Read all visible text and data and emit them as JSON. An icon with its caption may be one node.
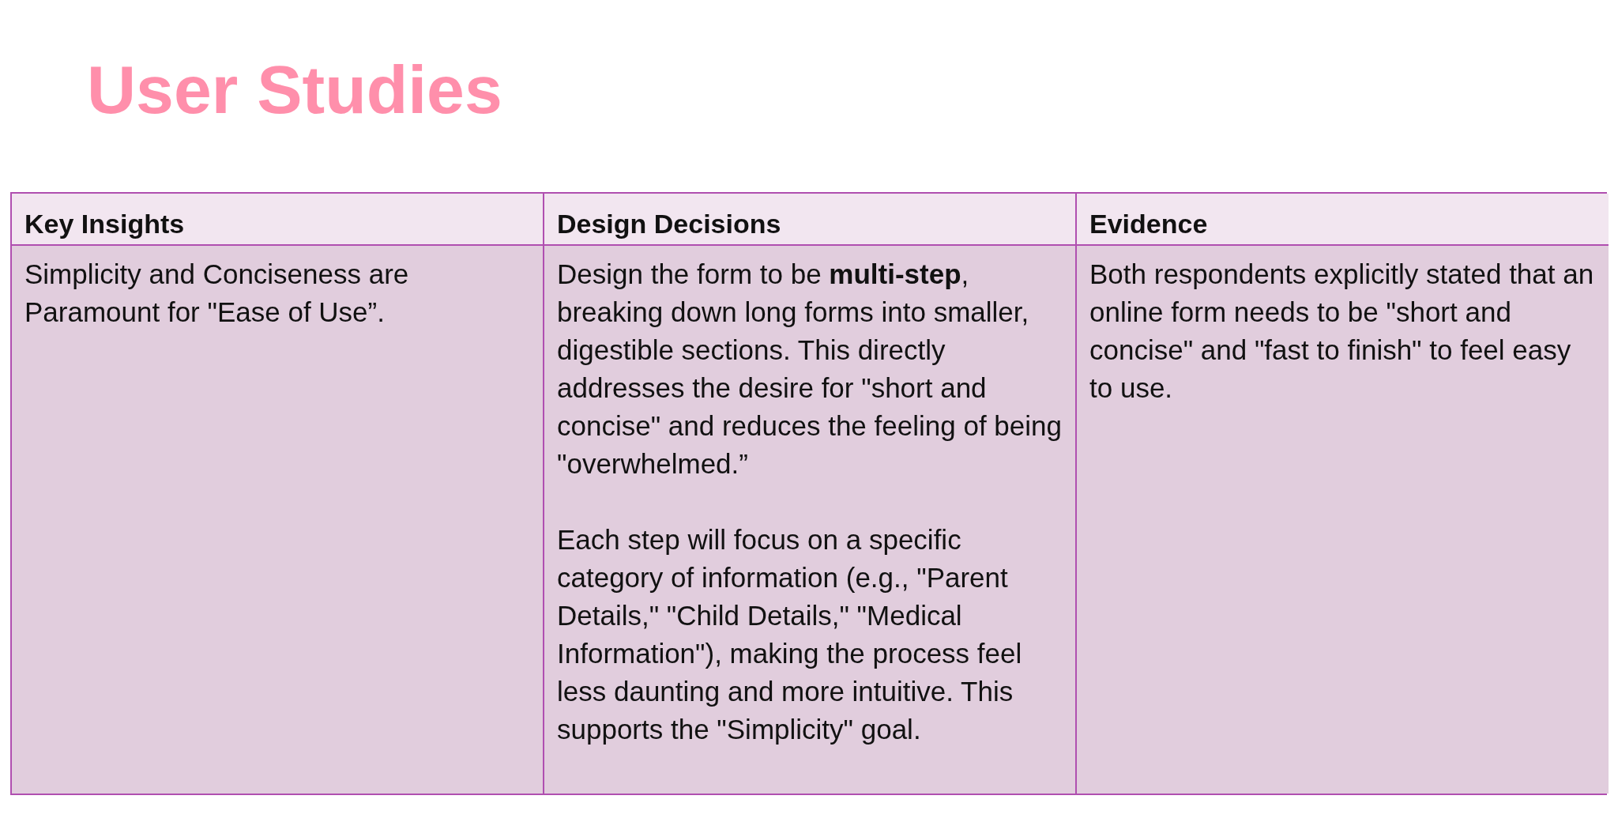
{
  "diagram": {
    "title": "User Studies",
    "labels": [
      "Key Insights",
      "Design Decisions",
      "Evidence",
      "Simplicity and Conciseness are Paramount for \"Ease of Use”.",
      "Design the form to be **multi-step**, breaking down long forms into smaller, digestible sections. This directly addresses the desire for \"short and concise\" and reduces the feeling of being \"overwhelmed.”",
      "Each step will focus on a specific category of information (e.g., \"Parent Details,\" \"Child Details,\" \"Medical Information\"), making the process feel less daunting and more intuitive. This supports the \"Simplicity\" goal.",
      "Both respondents explicitly stated that an online form needs to be \"short and concise\" and \"fast to finish\" to feel easy to use."
    ]
  }
}
